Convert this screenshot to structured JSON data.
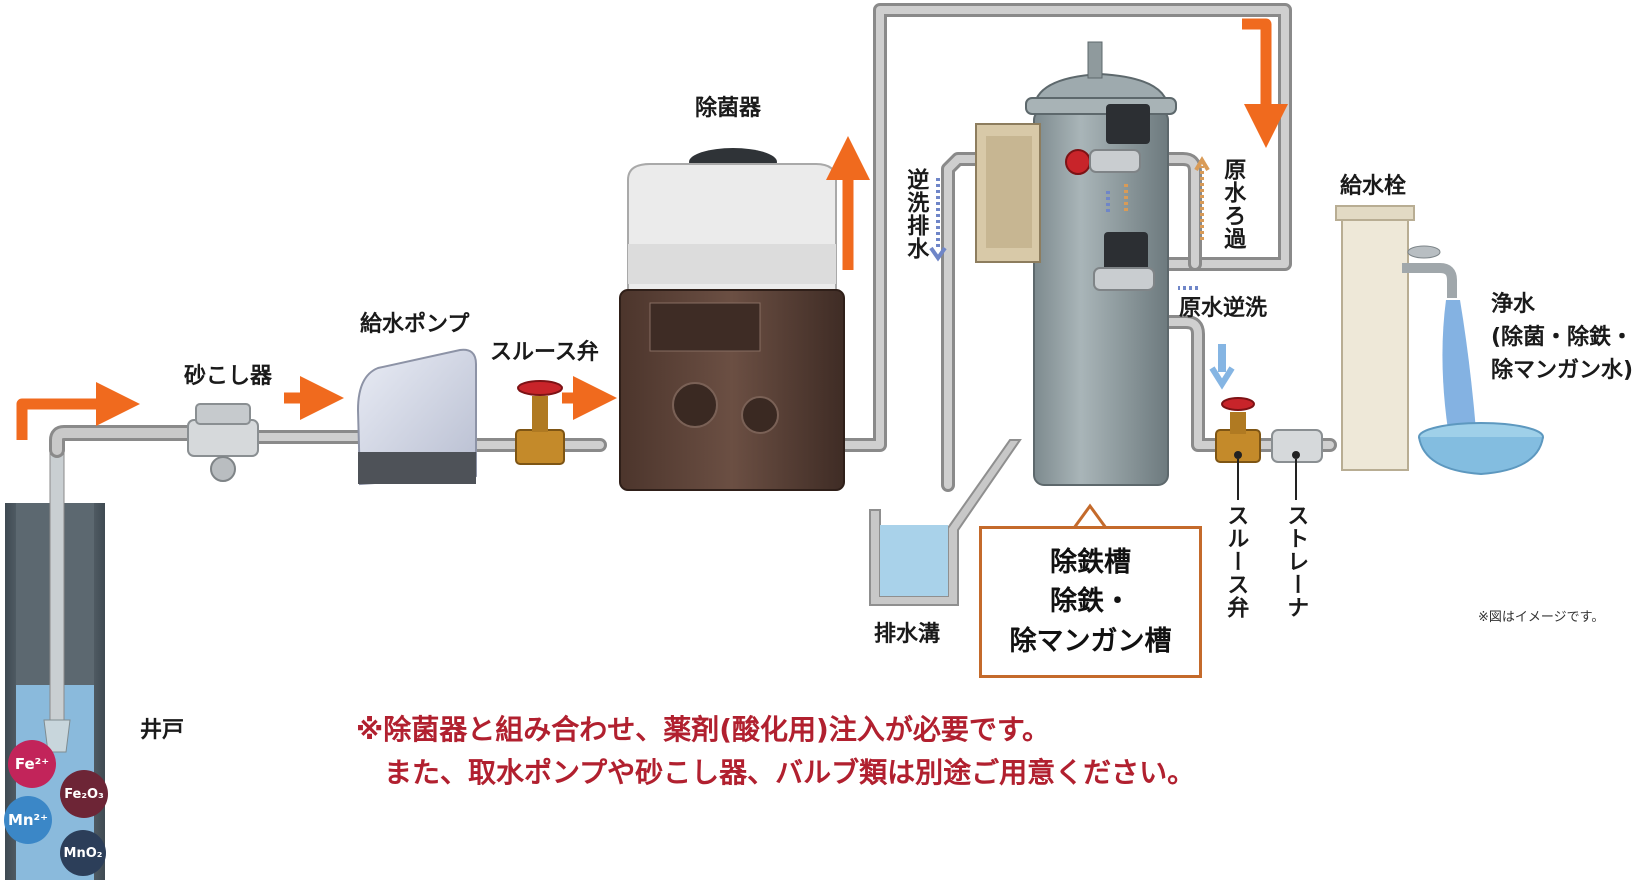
{
  "labels": {
    "well": "井戸",
    "sand_filter": "砂こし器",
    "feed_pump": "給水ポンプ",
    "sluice_valve_top": "スルース弁",
    "sterilizer": "除菌器",
    "backwash_drain": "逆洗排水",
    "raw_filtration": "原水ろ過",
    "raw_backwash": "原水逆洗",
    "hydrant": "給水栓",
    "clean_water": "浄水",
    "clean_water_detail": "(除菌・除鉄・",
    "clean_water_detail2": "除マンガン水)",
    "drain_ditch": "排水溝",
    "sluice_valve_bottom": "スルース弁",
    "strainer": "ストレーナ",
    "image_note": "※図はイメージです。"
  },
  "tank_box": {
    "line1": "除鉄槽",
    "line2": "除鉄・",
    "line3": "除マンガン槽"
  },
  "notes": {
    "line1": "※除菌器と組み合わせ、薬剤(酸化用)注入が必要です。",
    "line2": "また、取水ポンプや砂こし器、バルブ類は別途ご用意ください。"
  },
  "chemicals": {
    "fe": "Fe²⁺",
    "fe2o3": "Fe₂O₃",
    "mn": "Mn²⁺",
    "mno2": "MnO₂"
  },
  "colors": {
    "flow_arrow": "#f06a1e",
    "backwash_arrow": "#6f86c8",
    "filter_arrow": "#d99b57",
    "box_border": "#c46a2b",
    "note_text": "#b1202f",
    "tank_body": "#8f9ca0",
    "sterilizer_body": "#5c4238"
  }
}
